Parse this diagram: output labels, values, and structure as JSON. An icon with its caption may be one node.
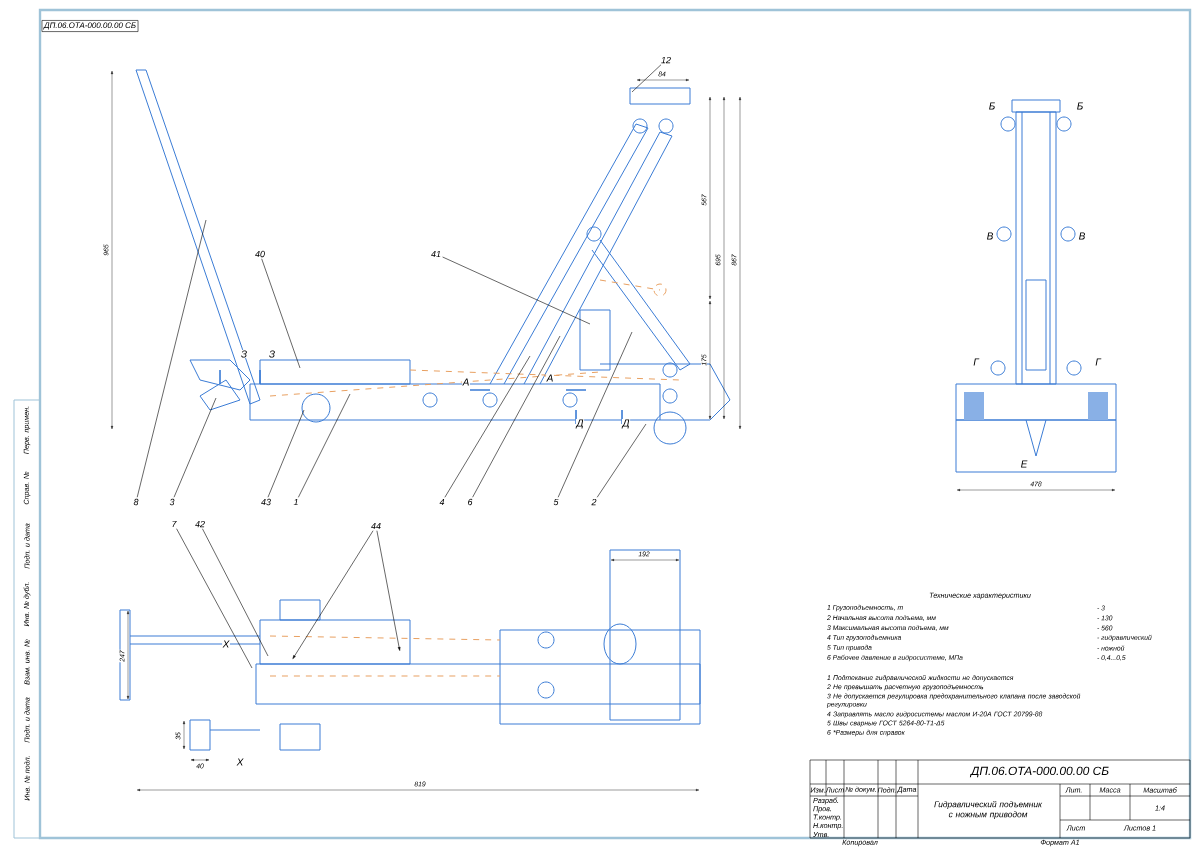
{
  "diagram": {
    "nodes": [
      {
        "text": [
          "12"
        ]
      },
      {
        "text": [
          "40"
        ]
      },
      {
        "text": [
          "41"
        ]
      },
      {
        "text": [
          "8"
        ]
      },
      {
        "text": [
          "3"
        ]
      },
      {
        "text": [
          "43"
        ]
      },
      {
        "text": [
          "1"
        ]
      },
      {
        "text": [
          "4"
        ]
      },
      {
        "text": [
          "6"
        ]
      },
      {
        "text": [
          "5"
        ]
      },
      {
        "text": [
          "2"
        ]
      },
      {
        "text": [
          "7"
        ]
      },
      {
        "text": [
          "42"
        ]
      },
      {
        "text": [
          "44"
        ]
      }
    ],
    "edges": [
      {
        "from": 0,
        "to": null,
        "arrow": "none"
      },
      {
        "from": 1,
        "to": null,
        "arrow": "none"
      },
      {
        "from": 2,
        "to": null,
        "arrow": "none"
      },
      {
        "from": 3,
        "to": null,
        "arrow": "none"
      },
      {
        "from": 4,
        "to": null,
        "arrow": "none"
      },
      {
        "from": 5,
        "to": null,
        "arrow": "none"
      },
      {
        "from": 6,
        "to": null,
        "arrow": "none"
      },
      {
        "from": 7,
        "to": null,
        "arrow": "none"
      },
      {
        "from": 8,
        "to": null,
        "arrow": "none"
      },
      {
        "from": 9,
        "to": null,
        "arrow": "none"
      },
      {
        "from": 10,
        "to": null,
        "arrow": "none"
      },
      {
        "from": 11,
        "to": null,
        "arrow": "none"
      },
      {
        "from": 12,
        "to": null,
        "arrow": "none"
      },
      {
        "from": 13,
        "to": null,
        "arrow": "to"
      },
      {
        "from": 13,
        "to": null,
        "arrow": "to"
      }
    ],
    "labels": [
      "ДП.06.ОТА-000.00.00 СБ",
      "965",
      "84",
      "567",
      "175",
      "695",
      "867",
      "478",
      "247",
      "192",
      "819",
      "35",
      "40",
      "З",
      "З",
      "А",
      "А",
      "Д",
      "Д",
      "Б",
      "Б",
      "В",
      "В",
      "Г",
      "Г",
      "Е",
      "Х",
      "Х",
      "Технические характеристики",
      "1 Грузоподъемность, т",
      "- 3",
      "2 Начальная высота подъема, мм",
      "- 130",
      "3 Максимальная высота подъема, мм",
      "- 560",
      "4 Тип грузоподъемника",
      "- гидравлический",
      "5 Тип привода",
      "- ножной",
      "6 Рабочее давление в гидросистеме, МПа",
      "- 0,4...0,5",
      "1 Подтекание гидравлической жидкости не допускается",
      "2 Не превышать расчетную грузоподъемность",
      "3 Не допускается регулировка предохранительного клапана после заводской регулировки",
      "4 Заправлять масло гидросистемы маслом И-20А ГОСТ 20799-88",
      "5 Швы сварные ГОСТ 5264-80-Т1-Δ5",
      "6 *Размеры для справок",
      "ДП.06.ОТА-000.00.00 СБ",
      "Гидравлический подъемник с ножным приводом",
      "Изм.",
      "Лист",
      "№ докум.",
      "Подп.",
      "Дата",
      "Разраб.",
      "Пров.",
      "Т.контр.",
      "Н.контр.",
      "Утв.",
      "Лит.",
      "Масса",
      "Масштаб",
      "1:4",
      "Лист",
      "Листов 1",
      "Копировал",
      "Формат A1",
      "Перв. примен.",
      "Справ. №",
      "Подп. и дата",
      "Инв. № дубл.",
      "Взам. инв. №",
      "Подп. и дата",
      "Инв. № подл."
    ]
  }
}
